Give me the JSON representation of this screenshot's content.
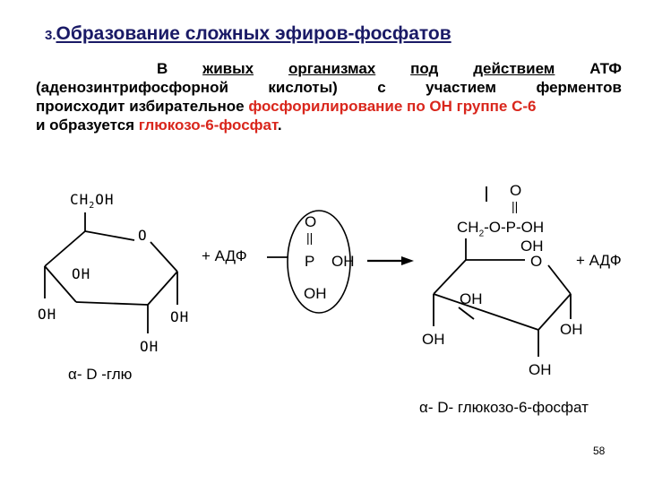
{
  "title": {
    "number": "3.",
    "text": "Образование сложных эфиров-фосфатов"
  },
  "paragraph": {
    "l1": [
      "В",
      "живых",
      "организмах",
      "под",
      "действием",
      "АТФ"
    ],
    "l2": [
      "(аденозинтрифосфорной",
      "кислоты)",
      "с",
      "участием",
      "ферментов"
    ],
    "l3a": "происходит избирательное ",
    "l3b": "фосфорилирование по ОН группе С-6",
    "l4a": "и образуется ",
    "l4b": "глюкозо-6-фосфат",
    "l4c": "."
  },
  "left_molecule": {
    "ch2oh_a": "CH",
    "ch2oh_sub": "2",
    "ch2oh_b": "OH",
    "ring_o": "O",
    "oh_inner": "OH",
    "oh_left": "OH",
    "oh_right": "OH",
    "oh_bottom": "OH",
    "name": "α- D -глю"
  },
  "reagent": {
    "plus_adp": "+ АДФ",
    "p_o": "O",
    "p_eq": "||",
    "p_atom": "P",
    "p_oh_right": "OH",
    "p_oh_bottom": "OH"
  },
  "right_molecule": {
    "top_o": "O",
    "top_eq": "||",
    "chain_a": "CH",
    "chain_sub": "2",
    "chain_b": "-O-P-OH",
    "p_oh": "OH",
    "ring_o": "O",
    "plus_adp": "+ АДФ",
    "oh_inner": "OH",
    "oh_left": "OH",
    "oh_right": "OH",
    "oh_bottom": "OH",
    "name": "α- D- глюкозо-6-фосфат"
  },
  "page_number": "58",
  "colors": {
    "title": "#1a1a66",
    "highlight": "#d9261c"
  }
}
